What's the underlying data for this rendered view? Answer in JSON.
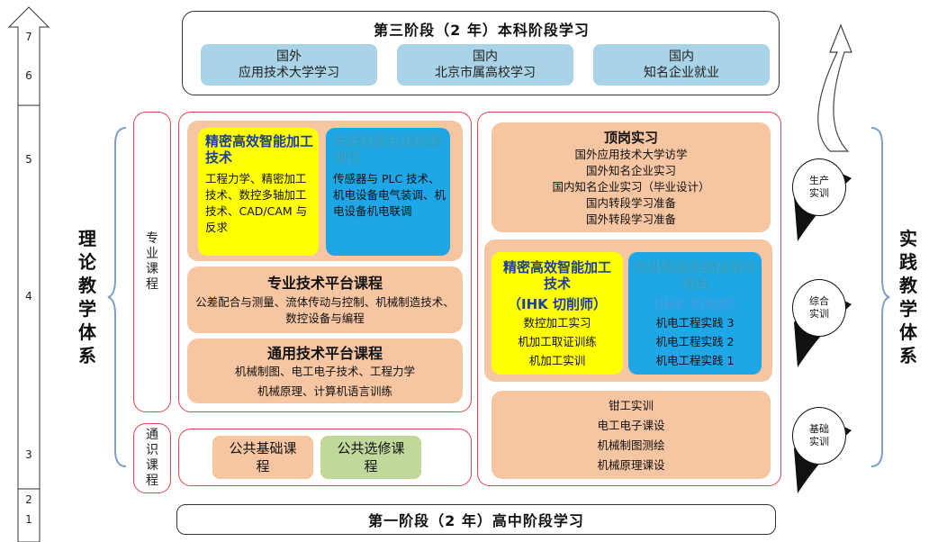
{
  "scale": {
    "ticks": [
      "7",
      "6",
      "5",
      "4",
      "3",
      "2",
      "1"
    ]
  },
  "stage3": {
    "title": "第三阶段（2 年）本科阶段学习",
    "pills": [
      {
        "line1": "国外",
        "line2": "应用技术大学学习"
      },
      {
        "line1": "国内",
        "line2": "北京市属高校学习"
      },
      {
        "line1": "国内",
        "line2": "知名企业就业"
      }
    ]
  },
  "stage1": {
    "title": "第一阶段（2 年）高中阶段学习"
  },
  "left_side": {
    "system_label": "理论教学体系",
    "professional_label": "专业课程",
    "general_label": "通识课程"
  },
  "right_side": {
    "system_label": "实践教学体系"
  },
  "theory": {
    "partial_header": "…",
    "precision": {
      "title": "精密高效智能加工技术",
      "body": "工程力学、精密加工技术、数控多轴加工技术、CAD/CAM 与反求"
    },
    "mechatronics": {
      "title": "先进制造系统检测调试",
      "body": "传感器与 PLC 技术、机电设备电气装调、机电设备机电联调"
    },
    "platform": {
      "title": "专业技术平台课程",
      "body": "公差配合与测量、流体传动与控制、机械制造技术、数控设备与编程"
    },
    "general_platform": {
      "title": "通用技术平台课程",
      "line1": "机械制图、电工电子技术、工程力学",
      "line2": "机械原理、计算机语言训练"
    },
    "public_basic": "公共基础课程",
    "public_elective": "公共选修课程"
  },
  "practice": {
    "internship": {
      "title": "顶岗实习",
      "items": [
        "国外应用技术大学访学",
        "国外知名企业实习",
        "国内知名企业实习（毕业设计）",
        "国内转段学习准备",
        "国外转段学习准备"
      ]
    },
    "precision": {
      "title": "精密高效智能加工技术",
      "subtitle": "（IHK 切削师）",
      "items": [
        "数控加工实习",
        "机加工取证训练",
        "机加工实训"
      ]
    },
    "mechatronics": {
      "title": "先进制造系统检测与调试",
      "subtitle": "（IHK 机电师）",
      "items": [
        "机电工程实践 3",
        "机电工程实践 2",
        "机电工程实践 1"
      ]
    },
    "basic": {
      "items": [
        "钳工实训",
        "电工电子课设",
        "机械制图测绘",
        "机械原理课设"
      ]
    }
  },
  "spiral": {
    "labels": [
      "生产实训",
      "综合实训",
      "基础实训"
    ]
  },
  "colors": {
    "peach": "#f6c5a2",
    "yellow": "#ffff00",
    "cyan": "#1fa6e6",
    "pill_blue": "#a9d3e6",
    "red_border": "#d9474d",
    "green": "#c0d89b"
  }
}
